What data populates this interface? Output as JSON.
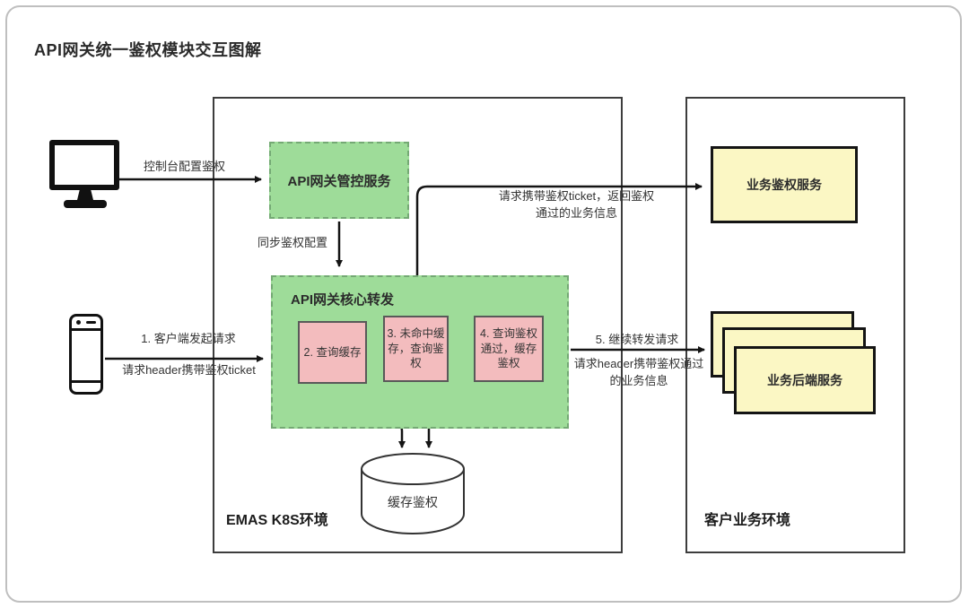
{
  "title": "API网关统一鉴权模块交互图解",
  "colors": {
    "green": "#9edc99",
    "pink": "#f3bcbe",
    "yellow": "#fbf7c4",
    "line": "#141414"
  },
  "environments": {
    "emas": {
      "label": "EMAS K8S环境"
    },
    "customer": {
      "label": "客户业务环境"
    }
  },
  "nodes": {
    "gateway_mgmt": {
      "label": "API网关管控服务"
    },
    "gateway_core": {
      "label": "API网关核心转发"
    },
    "step2": {
      "label": "2. 查询缓存"
    },
    "step3": {
      "label": "3. 未命中缓存，查询鉴权"
    },
    "step4": {
      "label": "4. 查询鉴权通过，缓存鉴权"
    },
    "auth_service": {
      "label": "业务鉴权服务"
    },
    "backend_service": {
      "label": "业务后端服务"
    },
    "cache_db": {
      "label": "缓存鉴权"
    }
  },
  "edges": {
    "console_to_mgmt": {
      "label": "控制台配置鉴权"
    },
    "mgmt_to_core": {
      "label": "同步鉴权配置"
    },
    "core_to_auth": {
      "label": "请求携带鉴权ticket，返回鉴权通过的业务信息"
    },
    "client_to_core": {
      "label1": "1. 客户端发起请求",
      "label2": "请求header携带鉴权ticket"
    },
    "core_to_backend": {
      "label1": "5. 继续转发请求",
      "label2": "请求header携带鉴权通过的业务信息"
    }
  }
}
